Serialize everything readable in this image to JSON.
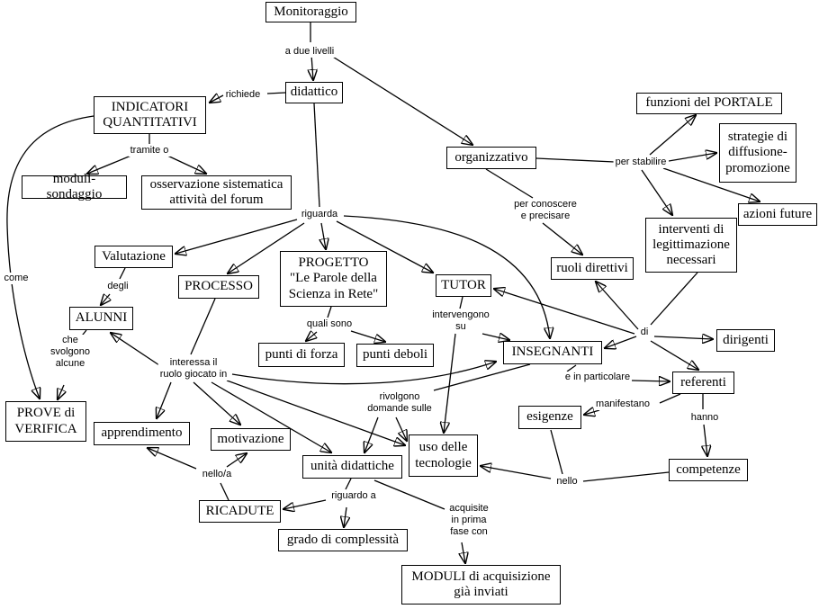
{
  "nodes": {
    "monitoraggio": "Monitoraggio",
    "didattico": "didattico",
    "indicatori": "INDICATORI\nQUANTITATIVI",
    "moduli_sondaggio": "moduli-sondaggio",
    "osservazione": "osservazione sistematica\nattività del forum",
    "organizzativo": "organizzativo",
    "funzioni_portale": "funzioni del PORTALE",
    "strategie": "strategie di\ndiffusione-\npromozione",
    "azioni_future": "azioni future",
    "interventi": "interventi di\nlegittimazione\nnecessari",
    "ruoli_direttivi": "ruoli direttivi",
    "valutazione": "Valutazione",
    "processo": "PROCESSO",
    "progetto": "PROGETTO\n\"Le Parole della\nScienza in Rete\"",
    "tutor": "TUTOR",
    "alunni": "ALUNNI",
    "punti_forza": "punti di forza",
    "punti_deboli": "punti deboli",
    "insegnanti": "INSEGNANTI",
    "dirigenti": "dirigenti",
    "referenti": "referenti",
    "esigenze": "esigenze",
    "competenze": "competenze",
    "prove": "PROVE di\nVERIFICA",
    "apprendimento": "apprendimento",
    "motivazione": "motivazione",
    "unita": "unità didattiche",
    "uso_tecnologie": "uso delle\ntecnologie",
    "ricadute": "RICADUTE",
    "grado": "grado di complessità",
    "moduli_acq": "MODULI di acquisizione\ngià inviati"
  },
  "labels": {
    "a_due_livelli": "a due livelli",
    "richiede": "richiede",
    "tramite_o": "tramite o",
    "come": "come",
    "per_stabilire": "per stabilire",
    "per_conoscere": "per conoscere\ne precisare",
    "riguarda": "riguarda",
    "degli": "degli",
    "quali_sono": "quali sono",
    "intervengono_su": "intervengono\nsu",
    "che_svolgono": "che\nsvolgono\nalcune",
    "interessa": "interessa il\nruolo giocato in",
    "di": "di",
    "e_in_particolare": "e in particolare",
    "manifestano": "manifestano",
    "hanno": "hanno",
    "nello": "nello",
    "rivolgono": "rivolgono\ndomande sulle",
    "nello_a": "nello/a",
    "riguardo_a": "riguardo a",
    "acquisite": "acquisite\nin prima\nfase con"
  },
  "colors": {
    "line": "#000000",
    "box_border": "#000000",
    "background": "#ffffff"
  }
}
